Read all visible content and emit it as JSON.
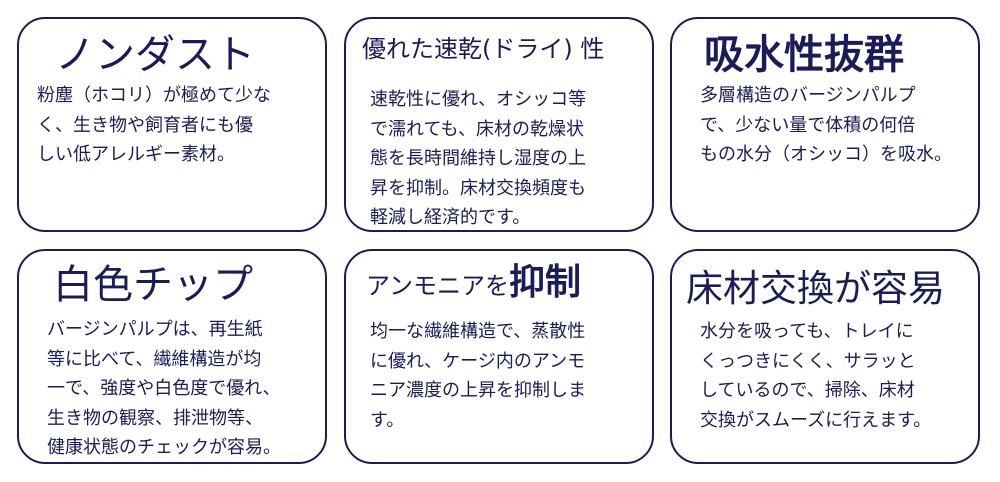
{
  "cards": [
    {
      "title": "ノンダスト",
      "lines": [
        "粉塵（ホコリ）が極めて少な",
        "く、生き物や飼育者にも優",
        "しい低アレルギー素材。"
      ]
    },
    {
      "title": "優れた速乾(ドライ) 性",
      "lines": [
        "速乾性に優れ、オシッコ等",
        "で濡れても、床材の乾燥状",
        "態を長時間維持し湿度の上",
        "昇を抑制。床材交換頻度も",
        "軽減し経済的です。"
      ]
    },
    {
      "title": "吸水性抜群",
      "lines": [
        "多層構造のバージンパルプ",
        "で、少ない量で体積の何倍",
        "もの水分（オシッコ）を吸水。"
      ]
    },
    {
      "title": "白色チップ",
      "lines": [
        "バージンパルプは、再生紙",
        "等に比べて、繊維構造が均",
        "一で、強度や白色度で優れ、",
        "生き物の観察、排泄物等、",
        "健康状態のチェックが容易。"
      ]
    },
    {
      "title_prefix": "アンモニアを",
      "title_emphasis": "抑制",
      "lines": [
        "均一な繊維構造で、蒸散性",
        "に優れ、ケージ内のアンモ",
        "ニア濃度の上昇を抑制しま",
        "す。"
      ]
    },
    {
      "title": "床材交換が容易",
      "lines": [
        "水分を吸っても、トレイに",
        "くっつきにくく、サラッと",
        "しているので、掃除、床材",
        "交換がスムーズに行えます。"
      ]
    }
  ]
}
